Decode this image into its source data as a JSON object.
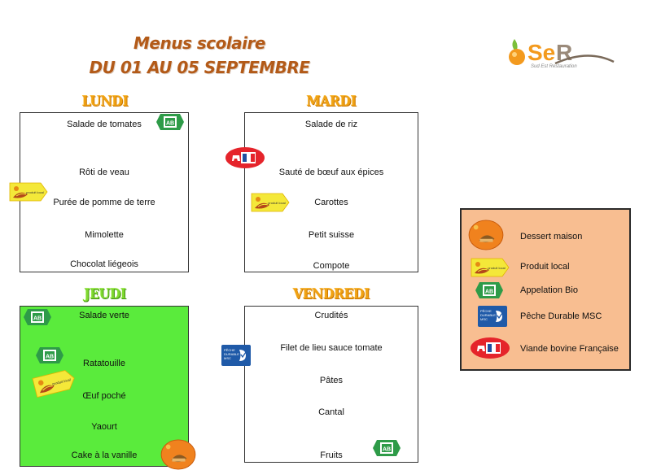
{
  "header": {
    "title_line1": "Menus scolaire",
    "title_line2": "DU 01 AU 05 SEPTEMBRE",
    "logo_text": "SeR",
    "logo_subtext": "Sud Est Restauration"
  },
  "days": {
    "lundi": {
      "name": "LUNDI",
      "items": [
        "Salade de tomates",
        "Rôti de veau",
        "Purée de pomme de terre",
        "Mimolette",
        "Chocolat liégeois"
      ]
    },
    "mardi": {
      "name": "MARDI",
      "items": [
        "Salade de riz",
        "Sauté de bœuf aux épices",
        "Carottes",
        "Petit suisse",
        "Compote"
      ]
    },
    "jeudi": {
      "name": "JEUDI",
      "items": [
        "Salade verte",
        "Ratatouille",
        "Œuf poché",
        "Yaourt",
        "Cake à la vanille"
      ]
    },
    "vendredi": {
      "name": "VENDREDI",
      "items": [
        "Crudités",
        "Filet de lieu sauce tomate",
        "Pâtes",
        "Cantal",
        "Fruits"
      ]
    }
  },
  "legend": {
    "items": [
      {
        "label": "Dessert maison",
        "icon": "dessert-maison-icon"
      },
      {
        "label": "Produit local",
        "icon": "produit-local-icon"
      },
      {
        "label": "Appelation Bio",
        "icon": "bio-icon"
      },
      {
        "label": "Pêche Durable MSC",
        "icon": "msc-icon"
      },
      {
        "label": "Viande bovine Française",
        "icon": "viande-bovine-icon"
      }
    ]
  },
  "badges": {
    "bio_text": "AB",
    "local_text": "produit local",
    "msc_text": "PÊCHE DURABLE MSC"
  },
  "colors": {
    "title": "#b35a18",
    "day_orange": "#f0a214",
    "day_green": "#7fd830",
    "jeudi_background": "#5aeb3c",
    "legend_background": "#f8be91",
    "bio_green": "#2e9b48",
    "local_yellow": "#f4e839",
    "beef_red": "#e5242b",
    "msc_blue": "#1f5aa8"
  }
}
